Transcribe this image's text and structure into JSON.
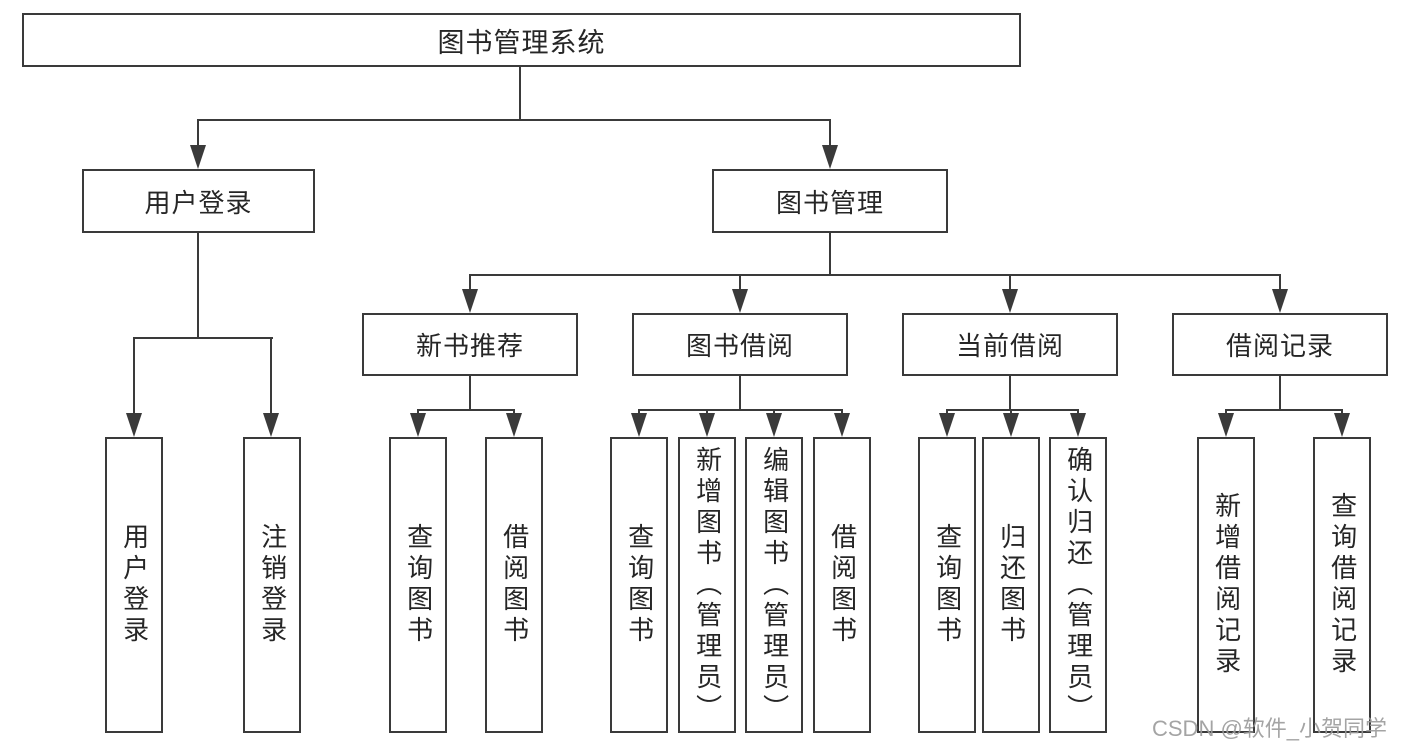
{
  "nodes": {
    "root": "图书管理系统",
    "user_login": "用户登录",
    "book_mgmt": "图书管理",
    "new_book_rec": "新书推荐",
    "book_borrow": "图书借阅",
    "current_borrow": "当前借阅",
    "borrow_records": "借阅记录",
    "leaf_user_login": "用户登录",
    "leaf_logout": "注销登录",
    "leaf_query_books_newrec": "查询图书",
    "leaf_borrow_books_newrec": "借阅图书",
    "leaf_query_books_borrow": "查询图书",
    "leaf_add_books_admin": "新增图书（管理员）",
    "leaf_edit_books_admin": "编辑图书（管理员）",
    "leaf_borrow_books_borrow": "借阅图书",
    "leaf_query_books_current": "查询图书",
    "leaf_return_books": "归还图书",
    "leaf_confirm_return_admin": "确认归还（管理员）",
    "leaf_add_borrow_record": "新增借阅记录",
    "leaf_query_borrow_record": "查询借阅记录"
  },
  "watermark": "CSDN @软件_小贺同学",
  "colors": {
    "line": "#3a3a3a",
    "text": "#262626",
    "background": "#ffffff",
    "watermark": "#9b9b9b"
  }
}
